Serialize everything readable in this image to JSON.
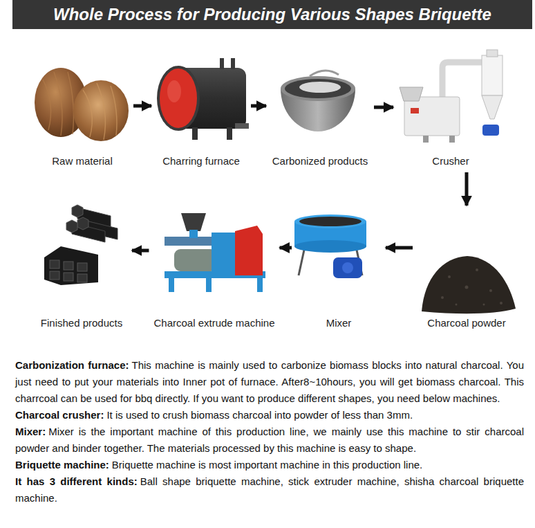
{
  "diagram": {
    "title": "Whole Process for Producing Various Shapes Briquette",
    "nodes": [
      {
        "text": [
          "Raw material"
        ]
      },
      {
        "text": [
          "Charring furnace"
        ]
      },
      {
        "text": [
          "Carbonized products"
        ]
      },
      {
        "text": [
          "Crusher"
        ]
      },
      {
        "text": [
          "Charcoal powder"
        ]
      },
      {
        "text": [
          "Mixer"
        ]
      },
      {
        "text": [
          "Charcoal extrude machine"
        ]
      },
      {
        "text": [
          "Finished products"
        ]
      }
    ],
    "edges": [
      {
        "from": 0,
        "to": 1,
        "arrow": "to"
      },
      {
        "from": 1,
        "to": 2,
        "arrow": "to"
      },
      {
        "from": 2,
        "to": 3,
        "arrow": "to"
      },
      {
        "from": 3,
        "to": 4,
        "arrow": "to"
      },
      {
        "from": 4,
        "to": 5,
        "arrow": "to"
      },
      {
        "from": 5,
        "to": 6,
        "arrow": "to"
      },
      {
        "from": 6,
        "to": 7,
        "arrow": "to"
      }
    ],
    "labels": [
      "Carbonization furnace:",
      "This machine is mainly used to carbonize biomass blocks into natural charcoal. You just need to put your materials into Inner pot of furnace. After8~10hours, you will get biomass charcoal. This charrcoal can be used for bbq directly. If you want to produce different shapes, you need below machines.",
      "Charcoal crusher:",
      "It is used to crush biomass charcoal into powder of less than 3mm.",
      "Mixer:",
      "Mixer is the important machine of this production line, we mainly use this machine to stir charcoal powder and binder together. The materials processed by this machine is easy to shape.",
      "Briquette machine:",
      "Briquette machine is most important machine in this production line.",
      "It has 3 different kinds:",
      "Ball shape briquette machine, stick extruder machine, shisha charcoal briquette machine."
    ]
  }
}
